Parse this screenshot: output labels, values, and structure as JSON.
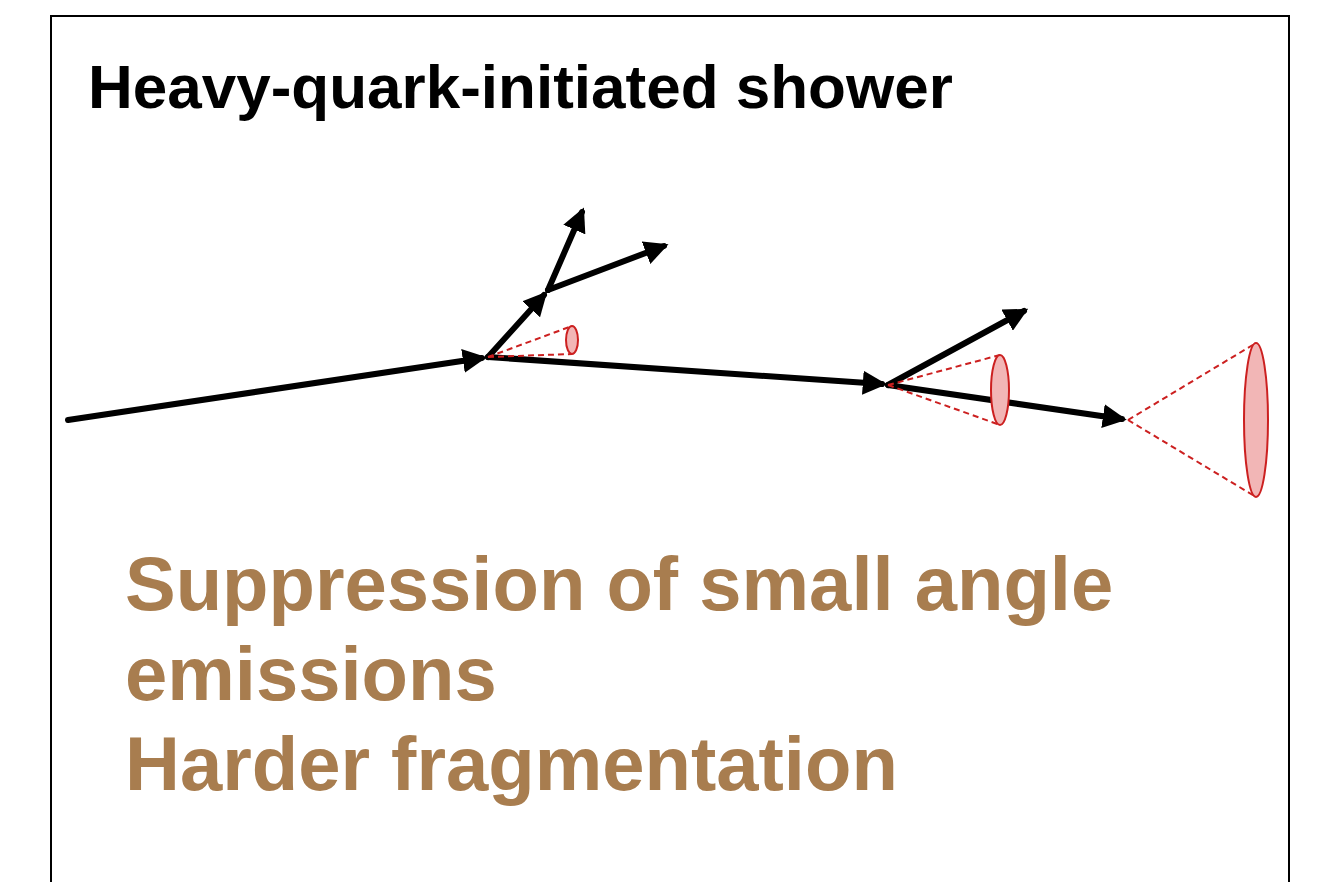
{
  "diagram": {
    "title": "Heavy-quark-initiated shower",
    "labels": [
      "Suppression of small angle emissions",
      "Harder fragmentation"
    ]
  }
}
